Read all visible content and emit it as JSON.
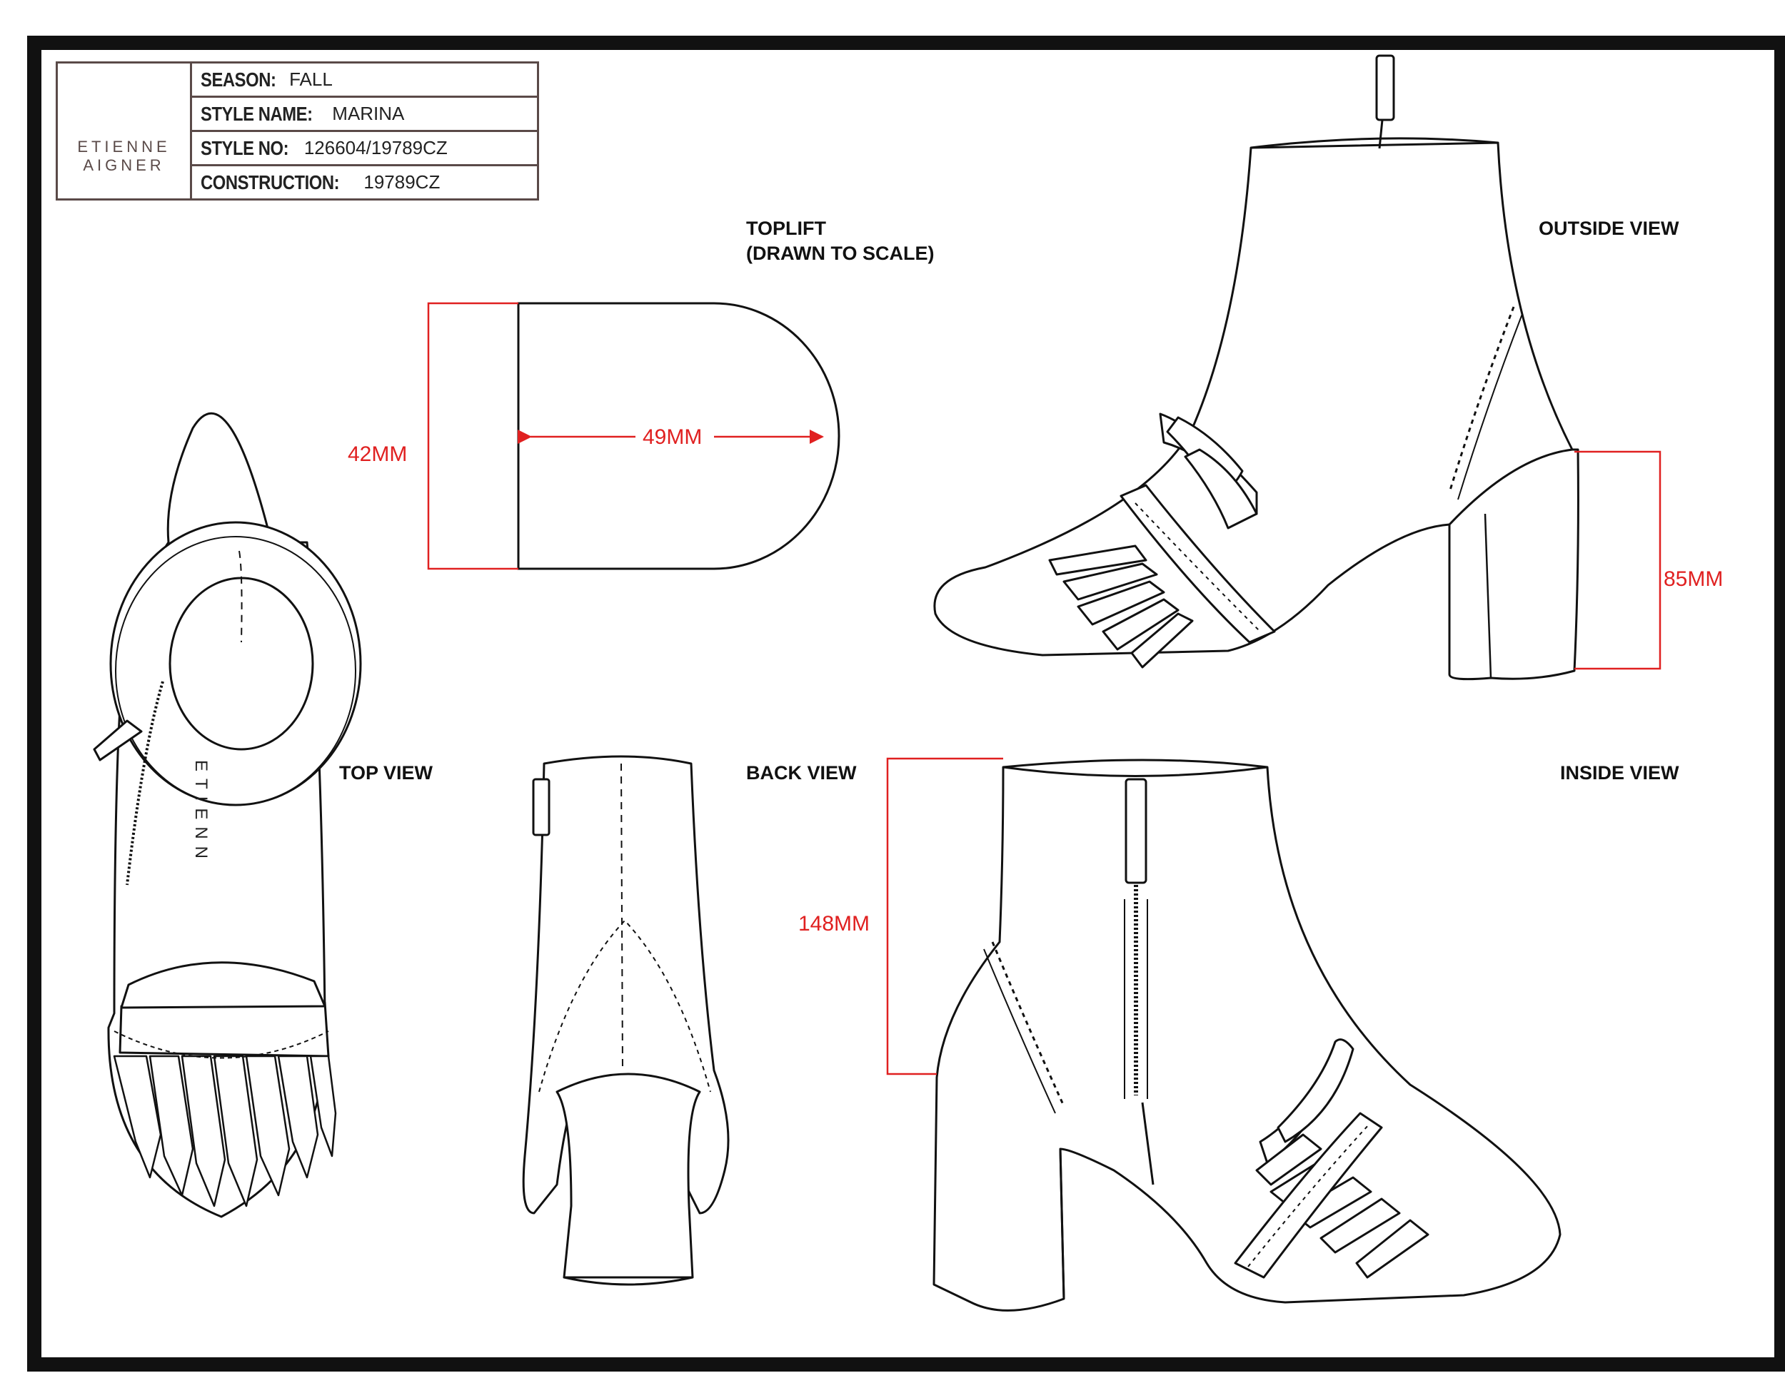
{
  "brand": {
    "line1": "ETIENNE",
    "line2": "AIGNER",
    "logo_icon": "aigner-horseshoe-logo-icon"
  },
  "spec": {
    "season_label": "SEASON:",
    "season_value": "FALL",
    "style_name_label": "STYLE NAME:",
    "style_name_value": "MARINA",
    "style_no_label": "STYLE NO:",
    "style_no_value": "126604/19789CZ",
    "construction_label": "CONSTRUCTION:",
    "construction_value": "19789CZ"
  },
  "views": {
    "toplift_line1": "TOPLIFT",
    "toplift_line2": "(DRAWN TO SCALE)",
    "outside": "OUTSIDE VIEW",
    "top": "TOP VIEW",
    "back": "BACK VIEW",
    "inside": "INSIDE VIEW"
  },
  "dimensions": {
    "toplift_height": "42MM",
    "toplift_width": "49MM",
    "heel_height": "85MM",
    "shaft_height": "148MM"
  },
  "insole_print": "ETIENN",
  "colors": {
    "outline": "#111111",
    "dimension": "#e02020",
    "title_border": "#5a4a48"
  }
}
